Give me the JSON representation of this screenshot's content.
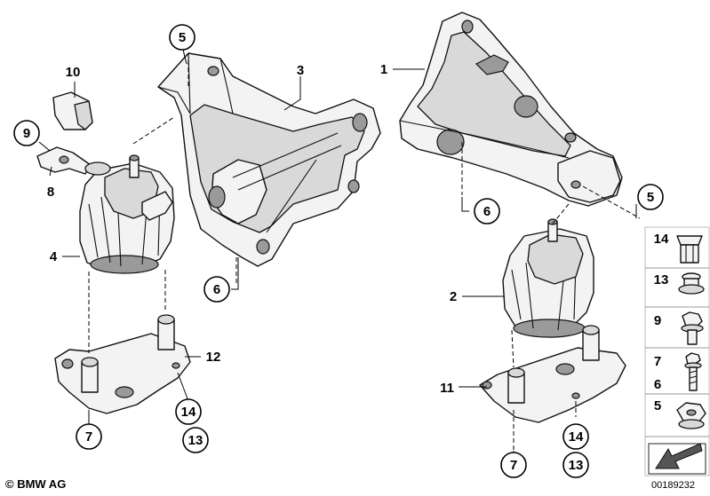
{
  "callouts": {
    "c1": "1",
    "c2": "2",
    "c3": "3",
    "c4": "4",
    "c5a": "5",
    "c5b": "5",
    "c6a": "6",
    "c6b": "6",
    "c7a": "7",
    "c7b": "7",
    "c8": "8",
    "c9": "9",
    "c10": "10",
    "c11": "11",
    "c12": "12",
    "c13a": "13",
    "c13b": "13",
    "c14a": "14",
    "c14b": "14"
  },
  "legend": {
    "items": [
      {
        "label": "14",
        "icon": "flanged-nut-icon"
      },
      {
        "label": "13",
        "icon": "washer-bolt-icon"
      },
      {
        "label": "9",
        "icon": "hex-flange-bolt-icon"
      },
      {
        "label": "7",
        "icon": "long-bolt-icon"
      },
      {
        "label": "6",
        "icon": "long-bolt-icon"
      },
      {
        "label": "5",
        "icon": "hex-nut-icon"
      }
    ],
    "arrow_icon": "direction-arrow-icon"
  },
  "footer": {
    "copyright": "© BMW AG",
    "catalog_id": "00189232"
  }
}
